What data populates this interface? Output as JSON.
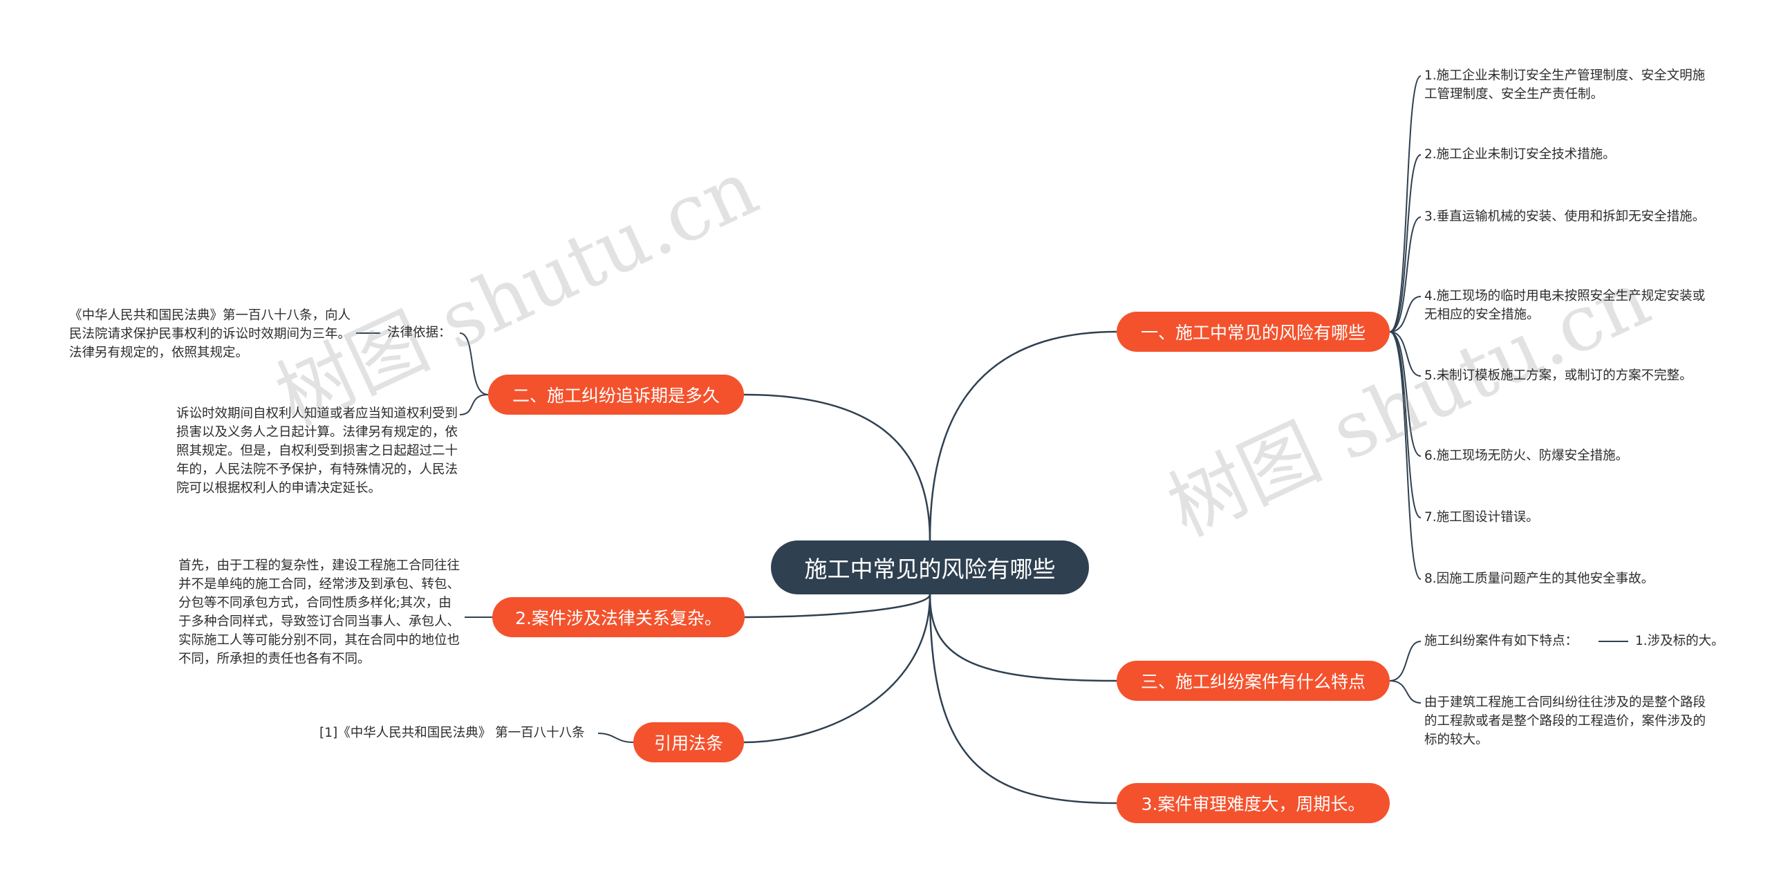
{
  "watermark": {
    "left": "树图 shutu.cn",
    "right": "树图 shutu.cn"
  },
  "root": {
    "label": "施工中常见的风险有哪些"
  },
  "branches": [
    {
      "label": "一、施工中常见的风险有哪些",
      "items": [
        "1.施工企业未制订安全生产管理制度、安全文明施工管理制度、安全生产责任制。",
        "2.施工企业未制订安全技术措施。",
        "3.垂直运输机械的安装、使用和拆卸无安全措施。",
        "4.施工现场的临时用电未按照安全生产规定安装或无相应的安全措施。",
        "5.未制订模板施工方案，或制订的方案不完整。",
        "6.施工现场无防火、防爆安全措施。",
        "7.施工图设计错误。",
        "8.因施工质量问题产生的其他安全事故。"
      ]
    },
    {
      "label": "三、施工纠纷案件有什么特点",
      "items": [
        "施工纠纷案件有如下特点：",
        "由于建筑工程施工合同纠纷往往涉及的是整个路段的工程款或者是整个路段的工程造价，案件涉及的标的较大。"
      ],
      "sub_item": "1.涉及标的大。"
    },
    {
      "label": "3.案件审理难度大，周期长。"
    },
    {
      "label": "二、施工纠纷追诉期是多久",
      "items": [
        "法律依据：",
        "诉讼时效期间自权利人知道或者应当知道权利受到损害以及义务人之日起计算。法律另有规定的，依照其规定。但是，自权利受到损害之日起超过二十年的，人民法院不予保护，有特殊情况的，人民法院可以根据权利人的申请决定延长。"
      ],
      "sub_item": "《中华人民共和国民法典》第一百八十八条，向人民法院请求保护民事权利的诉讼时效期间为三年。法律另有规定的，依照其规定。"
    },
    {
      "label": "2.案件涉及法律关系复杂。",
      "items": [
        "首先，由于工程的复杂性，建设工程施工合同往往并不是单纯的施工合同，经常涉及到承包、转包、分包等不同承包方式，合同性质多样化;其次，由于多种合同样式，导致签订合同当事人、承包人、实际施工人等可能分别不同，其在合同中的地位也不同，所承担的责任也各有不同。"
      ]
    },
    {
      "label": "引用法条",
      "items": [
        "[1]《中华人民共和国民法典》 第一百八十八条"
      ]
    }
  ],
  "colors": {
    "root": "#2f4050",
    "branch": "#f4522d",
    "line": "#2f4050",
    "text": "#2c2c2c"
  }
}
